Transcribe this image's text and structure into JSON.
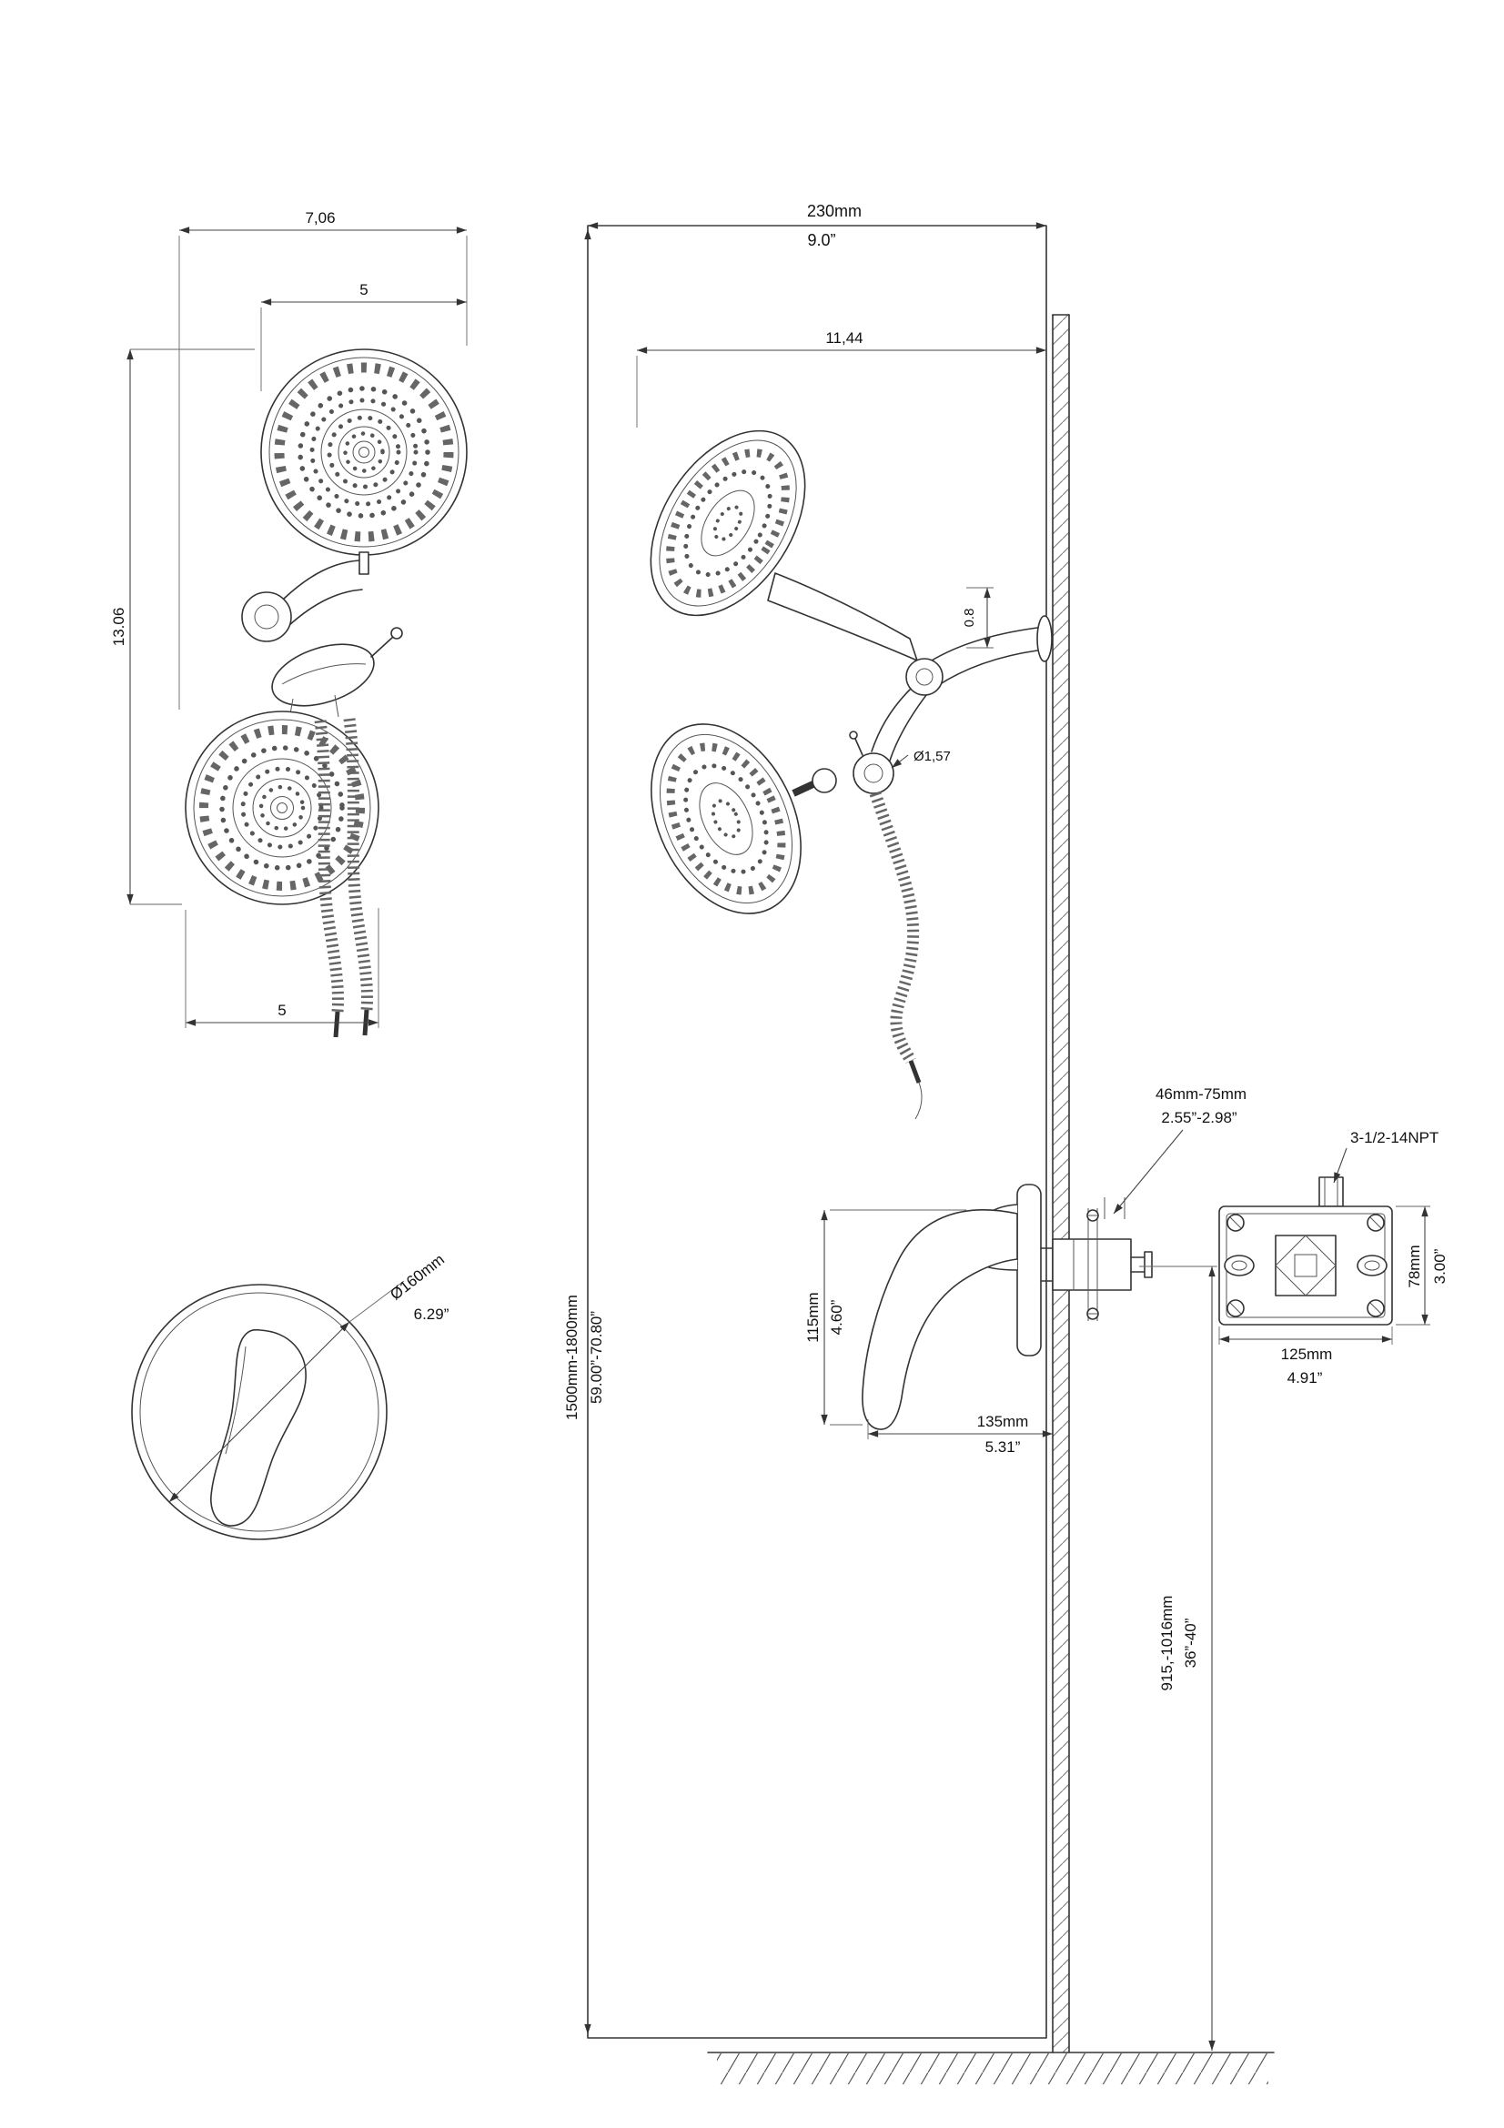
{
  "drawing": {
    "front_view": {
      "overall_width": "7,06",
      "head_width": "5",
      "overall_height": "13.06",
      "lower_head_width": "5"
    },
    "main_view": {
      "panel_width_mm": "230mm",
      "panel_width_in": "9.0”",
      "head_to_wall": "11,44",
      "arm_offset": "0.8",
      "connector_diameter": "Ø1,57",
      "install_height_mm": "1500mm-1800mm",
      "install_height_in": "59.00”-70.80”"
    },
    "mixer_view": {
      "diameter_mm": "Ø160mm",
      "diameter_in": "6.29”"
    },
    "valve_side_view": {
      "wall_depth_mm": "46mm-75mm",
      "wall_depth_in": "2.55”-2.98”",
      "handle_height_mm": "115mm",
      "handle_height_in": "4.60”",
      "handle_depth_mm": "135mm",
      "handle_depth_in": "5.31”",
      "valve_height_mm": "915,-1016mm",
      "valve_height_in": "36”-40”"
    },
    "rough_in_valve": {
      "thread_spec": "3-1/2-14NPT",
      "height_mm": "78mm",
      "height_in": "3.00”",
      "width_mm": "125mm",
      "width_in": "4.91”"
    }
  }
}
